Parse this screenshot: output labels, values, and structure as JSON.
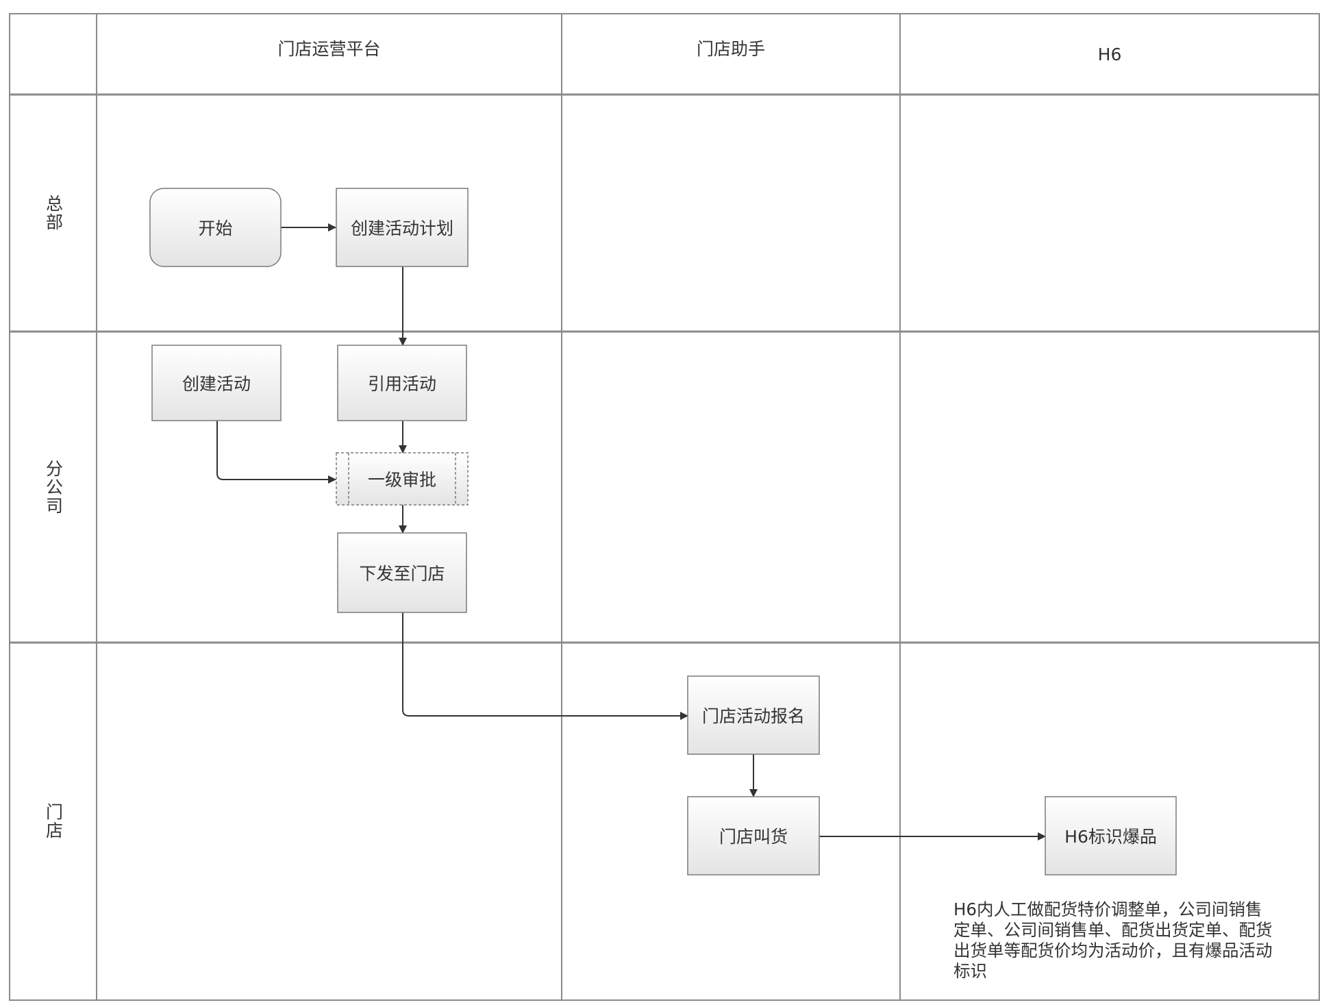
{
  "swimlane": {
    "columns": [
      "门店运营平台",
      "门店助手",
      "H6"
    ],
    "rows": [
      "总部",
      "分公司",
      "门店"
    ]
  },
  "nodes": {
    "start": "开始",
    "create_plan": "创建活动计划",
    "create_activity": "创建活动",
    "reference_activity": "引用活动",
    "first_approval": "一级审批",
    "issue_to_store": "下发至门店",
    "store_signup": "门店活动报名",
    "store_order": "门店叫货",
    "h6_mark": "H6标识爆品"
  },
  "note": "H6内人工做配货特价调整单，公司间销售定单、公司间销售单、配货出货定单、配货出货单等配货价均为活动价，且有爆品活动标识",
  "colors": {
    "grid_line": "#8a8a8a",
    "node_border": "#7a7a7a",
    "node_fill_top": "#ffffff",
    "node_fill_bottom": "#e4e4e4",
    "connector": "#333333",
    "text": "#333333"
  }
}
